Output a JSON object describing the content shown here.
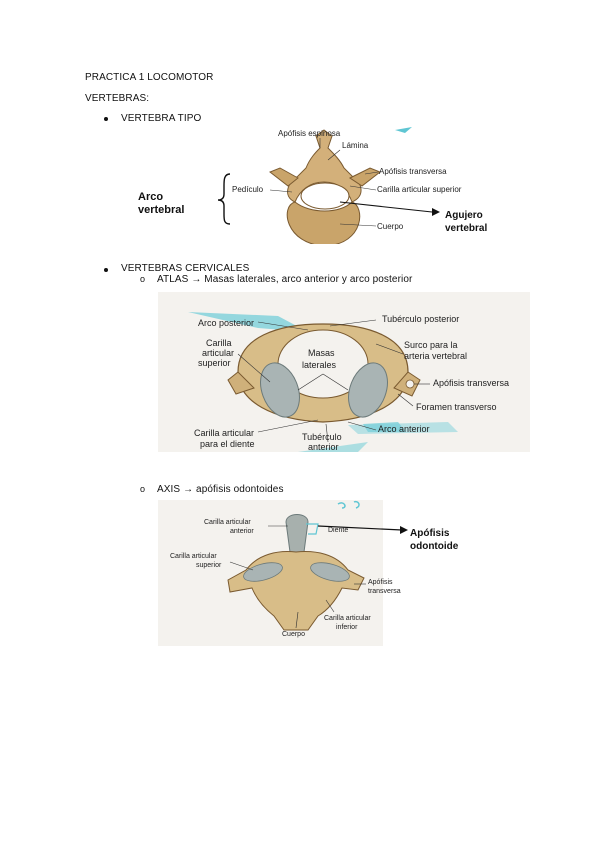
{
  "doc": {
    "title": "PRACTICA 1 LOCOMOTOR",
    "section": "VERTEBRAS:",
    "bullet1": "VERTEBRA TIPO",
    "bullet2": "VERTEBRAS CERVICALES",
    "sub1": "ATLAS → Masas laterales, arco anterior y arco posterior",
    "sub2": "AXIS → apófisis odontoides",
    "sub_marker": "o"
  },
  "fig1": {
    "apofisis_espinosa": "Apófisis espinosa",
    "lamina": "Lámina",
    "apofisis_transversa": "Apófisis transversa",
    "carilla_sup": "Carilla articular superior",
    "pediculo": "Pedículo",
    "cuerpo": "Cuerpo",
    "arco_1": "Arco",
    "arco_2": "vertebral",
    "agujero_1": "Agujero",
    "agujero_2": "vertebral"
  },
  "fig2": {
    "arco_posterior": "Arco posterior",
    "tuberculo_posterior": "Tubérculo posterior",
    "carilla_1": "Carilla",
    "carilla_2": "articular",
    "carilla_3": "superior",
    "masas_1": "Masas",
    "masas_2": "laterales",
    "surco_1": "Surco para la",
    "surco_2": "arteria vertebral",
    "apofisis_transversa": "Apófisis transversa",
    "foramen": "Foramen transverso",
    "carilla_diente_1": "Carilla articular",
    "carilla_diente_2": "para el diente",
    "arco_anterior": "Arco anterior",
    "tuberculo_anterior_1": "Tubérculo",
    "tuberculo_anterior_2": "anterior"
  },
  "fig3": {
    "carilla_anterior_1": "Carilla articular",
    "carilla_anterior_2": "anterior",
    "diente": "Diente",
    "apofisis_odontoides_1": "Apófisis",
    "apofisis_odontoides_2": "odontoides",
    "carilla_superior_1": "Carilla articular",
    "carilla_superior_2": "superior",
    "apofisis_transversa_1": "Apófisis",
    "apofisis_transversa_2": "transversa",
    "carilla_inferior_1": "Carilla articular",
    "carilla_inferior_2": "inferior",
    "cuerpo": "Cuerpo"
  }
}
